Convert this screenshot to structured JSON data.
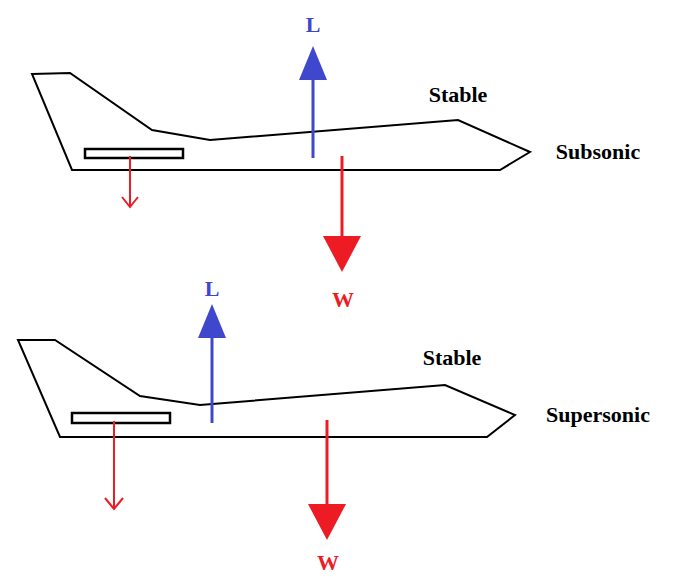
{
  "diagram": {
    "labels": [
      "L",
      "Stable",
      "Subsonic",
      "W",
      "L",
      "Stable",
      "Supersonic",
      "W"
    ]
  }
}
